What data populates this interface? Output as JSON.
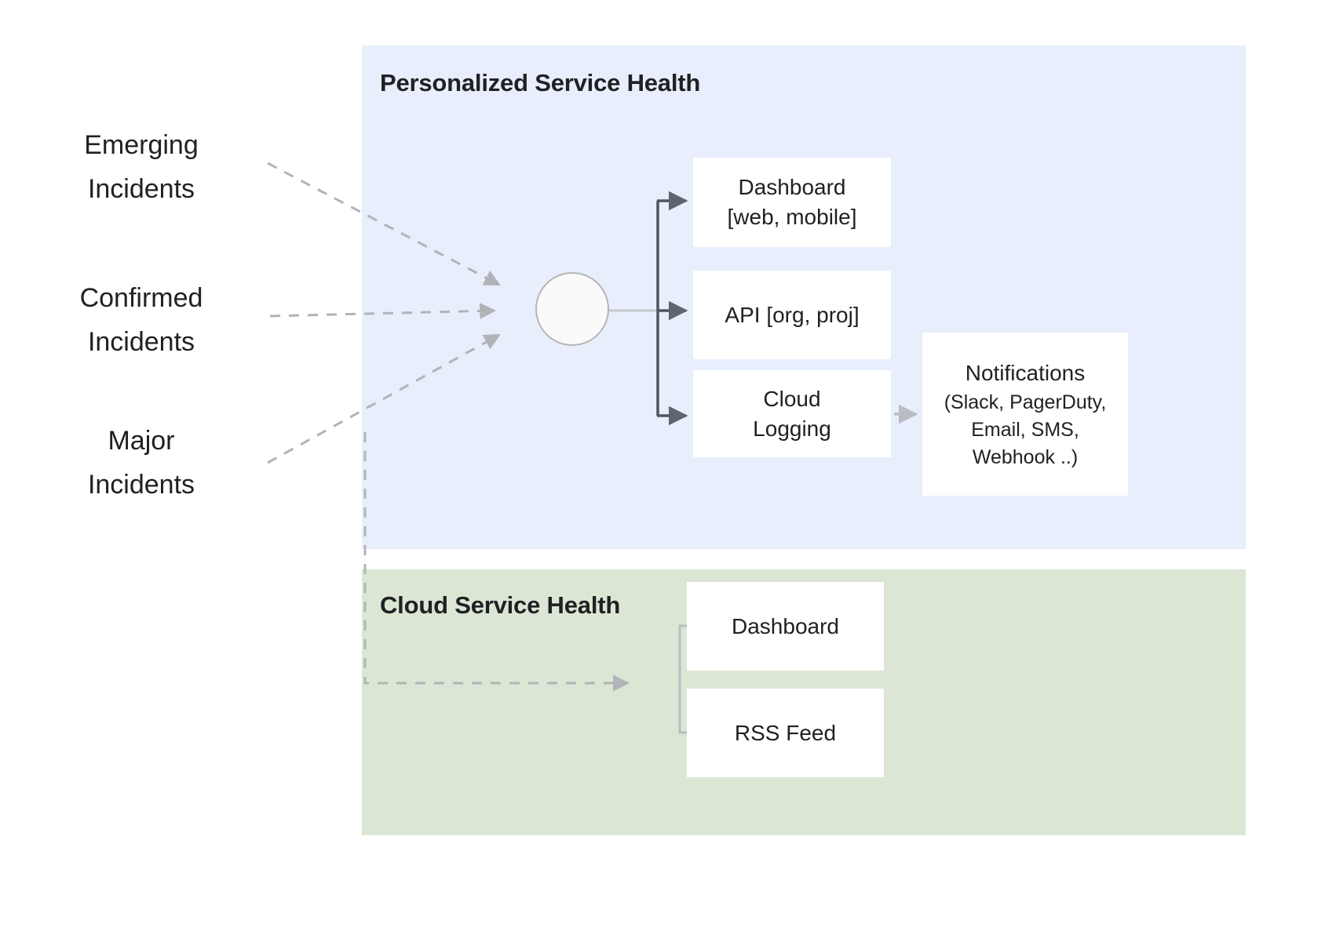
{
  "diagram": {
    "title_visible": false,
    "sources": [
      {
        "id": "emerging",
        "line1": "Emerging",
        "line2": "Incidents"
      },
      {
        "id": "confirmed",
        "line1": "Confirmed",
        "line2": "Incidents"
      },
      {
        "id": "major",
        "line1": "Major",
        "line2": "Incidents"
      }
    ],
    "panels": [
      {
        "id": "personalized-service-health",
        "title": "Personalized Service Health",
        "color": "#e8eefc",
        "nodes": [
          {
            "id": "dashboard-psh",
            "line1": "Dashboard",
            "line2": "[web, mobile]"
          },
          {
            "id": "api",
            "line1": "API [org, proj]",
            "line2": ""
          },
          {
            "id": "cloud-logging",
            "line1": "Cloud",
            "line2": "Logging"
          },
          {
            "id": "notifications",
            "line1": "Notifications",
            "line2": "(Slack, PagerDuty,",
            "line3": "Email, SMS,",
            "line4": "Webhook ..)"
          }
        ]
      },
      {
        "id": "cloud-service-health",
        "title": "Cloud Service Health",
        "color": "#dbe7d4",
        "nodes": [
          {
            "id": "dashboard-csh",
            "line1": "Dashboard",
            "line2": ""
          },
          {
            "id": "rss-feed",
            "line1": "RSS Feed",
            "line2": ""
          }
        ]
      }
    ],
    "hub": {
      "id": "personalization-hub",
      "label": ""
    },
    "connectors": {
      "dashed_color": "#b0b4b8",
      "solid_dark_color": "#4c5661",
      "solid_light_color": "#b9bdc1",
      "edges": [
        {
          "from": "emerging",
          "to": "personalization-hub",
          "style": "dashed"
        },
        {
          "from": "confirmed",
          "to": "personalization-hub",
          "style": "dashed"
        },
        {
          "from": "major",
          "to": "personalization-hub",
          "style": "dashed"
        },
        {
          "from": "major",
          "to": "cloud-service-health",
          "style": "dashed"
        },
        {
          "from": "personalization-hub",
          "to": "dashboard-psh",
          "style": "solid"
        },
        {
          "from": "personalization-hub",
          "to": "api",
          "style": "solid"
        },
        {
          "from": "personalization-hub",
          "to": "cloud-logging",
          "style": "solid"
        },
        {
          "from": "cloud-logging",
          "to": "notifications",
          "style": "solid"
        },
        {
          "from": "cloud-service-health",
          "to": "dashboard-csh",
          "style": "solid"
        },
        {
          "from": "cloud-service-health",
          "to": "rss-feed",
          "style": "solid"
        }
      ]
    }
  }
}
